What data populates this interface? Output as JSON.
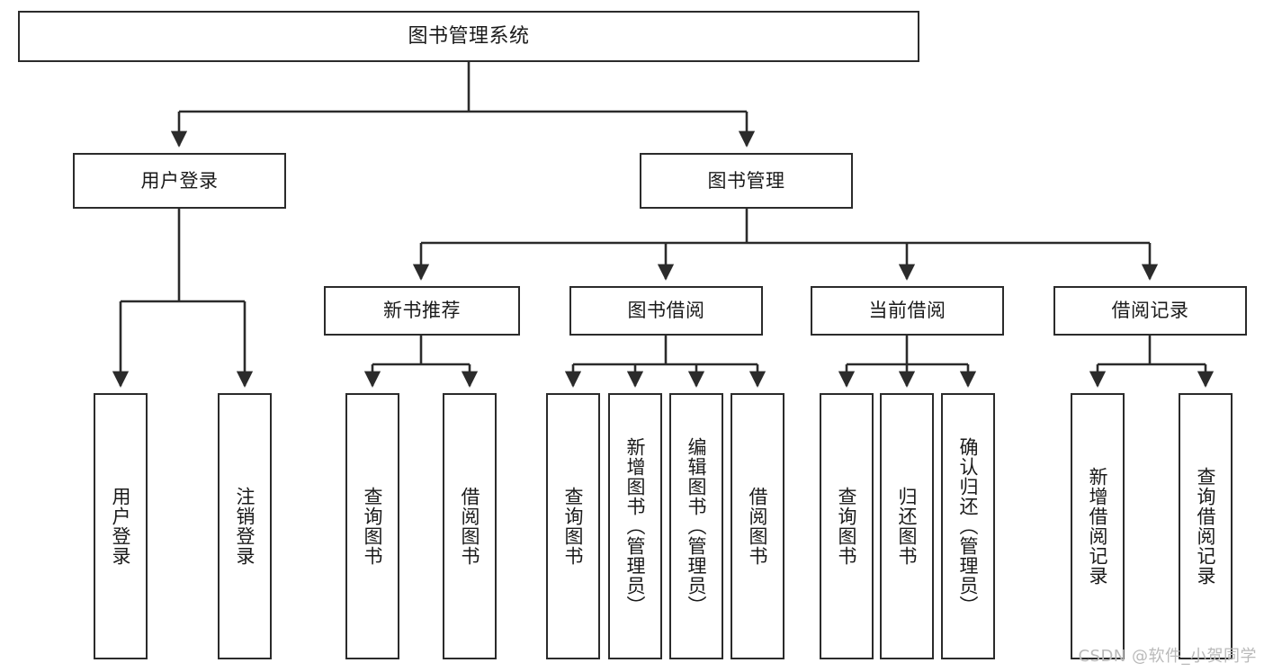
{
  "diagram": {
    "title": "图书管理系统",
    "type": "tree-hierarchy",
    "root": {
      "label": "图书管理系统"
    },
    "level2": [
      {
        "id": "user-login",
        "label": "用户登录"
      },
      {
        "id": "book-manage",
        "label": "图书管理"
      }
    ],
    "level3": [
      {
        "id": "new-book-rec",
        "label": "新书推荐",
        "parent": "book-manage"
      },
      {
        "id": "book-borrow",
        "label": "图书借阅",
        "parent": "book-manage"
      },
      {
        "id": "current-borrow",
        "label": "当前借阅",
        "parent": "book-manage"
      },
      {
        "id": "borrow-record",
        "label": "借阅记录",
        "parent": "book-manage"
      }
    ],
    "leaves": {
      "user-login": [
        {
          "id": "leaf-user-login",
          "label": "用户登录"
        },
        {
          "id": "leaf-logout",
          "label": "注销登录"
        }
      ],
      "new-book-rec": [
        {
          "id": "leaf-query-book-1",
          "label": "查询图书"
        },
        {
          "id": "leaf-borrow-book-1",
          "label": "借阅图书"
        }
      ],
      "book-borrow": [
        {
          "id": "leaf-query-book-2",
          "label": "查询图书"
        },
        {
          "id": "leaf-add-book",
          "label": "新增图书（管理员）"
        },
        {
          "id": "leaf-edit-book",
          "label": "编辑图书（管理员）"
        },
        {
          "id": "leaf-borrow-book-2",
          "label": "借阅图书"
        }
      ],
      "current-borrow": [
        {
          "id": "leaf-query-book-3",
          "label": "查询图书"
        },
        {
          "id": "leaf-return-book",
          "label": "归还图书"
        },
        {
          "id": "leaf-confirm-return",
          "label": "确认归还（管理员）"
        }
      ],
      "borrow-record": [
        {
          "id": "leaf-add-record",
          "label": "新增借阅记录"
        },
        {
          "id": "leaf-query-record",
          "label": "查询借阅记录"
        }
      ]
    },
    "watermark": "CSDN @软件_小贺同学",
    "colors": {
      "border": "#2b2b2b",
      "fill": "#ffffff",
      "text": "#1a1a1a",
      "wire": "#2b2b2b",
      "watermark": "#b9b9b9"
    }
  }
}
